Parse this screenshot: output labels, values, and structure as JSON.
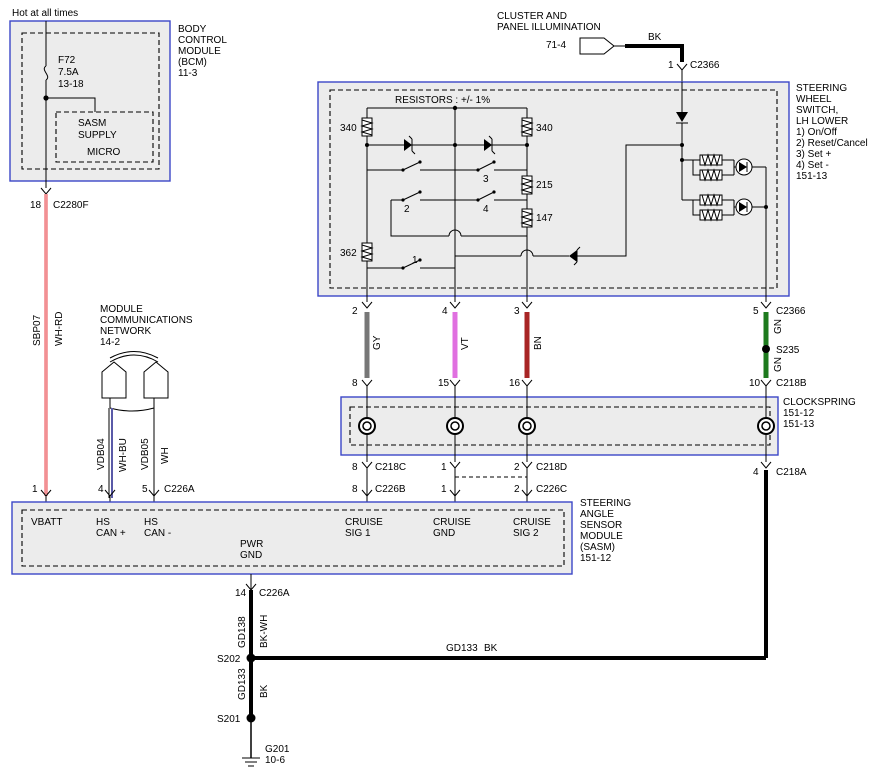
{
  "top": {
    "hot_text": "Hot at all times",
    "cluster_line1": "CLUSTER AND",
    "cluster_line2": "PANEL ILLUMINATION",
    "cluster_ref": "71-4",
    "cluster_wire": "BK",
    "c2366_top_pin": "1",
    "c2366_top_name": "C2366"
  },
  "bcm": {
    "line1": "BODY",
    "line2": "CONTROL",
    "line3": "MODULE",
    "line4": "(BCM)",
    "ref": "11-3",
    "fuse_name": "F72",
    "fuse_rating": "7.5A",
    "fuse_ref": "13-18",
    "sasm_supply_1": "SASM",
    "sasm_supply_2": "SUPPLY",
    "micro": "MICRO",
    "pin": "18",
    "connector": "C2280F",
    "wire_circuit": "SBP07",
    "wire_color": "WH-RD"
  },
  "switch": {
    "title1": "STEERING",
    "title2": "WHEEL",
    "title3": "SWITCH,",
    "title4": "LH LOWER",
    "item1": "1) On/Off",
    "item2": "2) Reset/Cancel",
    "item3": "3) Set +",
    "item4": "4) Set -",
    "ref": "151-13",
    "resistors_label": "RESISTORS : +/- 1%",
    "r340_left": "340",
    "r340_right": "340",
    "r215": "215",
    "r147": "147",
    "r362": "362",
    "sw1": "1",
    "sw2": "2",
    "sw3": "3",
    "sw4": "4"
  },
  "c2366_bottom": {
    "pin_gy": "2",
    "pin_vt": "4",
    "pin_bn": "3",
    "pin_gn": "5",
    "name": "C2366"
  },
  "wires_mid": {
    "gy": "GY",
    "vt": "VT",
    "bn": "BN",
    "gn": "GN",
    "gn2": "GN",
    "splice_s235": "S235"
  },
  "c218b": {
    "pin_gy": "8",
    "pin_vt": "15",
    "pin_bn": "16",
    "pin_gn": "10",
    "name": "C218B"
  },
  "clockspring": {
    "title": "CLOCKSPRING",
    "ref1": "151-12",
    "ref2": "151-13"
  },
  "c218_lower": {
    "c218c_pin": "8",
    "c218c_name": "C218C",
    "c218d_pin_left": "1",
    "c218d_pin_right": "2",
    "c218d_name": "C218D",
    "c218a_pin": "4",
    "c218a_name": "C218A"
  },
  "mcn": {
    "line1": "MODULE",
    "line2": "COMMUNICATIONS",
    "line3": "NETWORK",
    "ref": "14-2",
    "vdb04": "VDB04",
    "wh_bu": "WH-BU",
    "vdb05": "VDB05",
    "wh": "WH"
  },
  "c226": {
    "pin_vbatt": "1",
    "pin_canp": "4",
    "pin_canm": "5",
    "c226a_name": "C226A",
    "pin_sig1": "8",
    "c226b_name": "C226B",
    "pin_gnd": "1",
    "pin_sig2": "2",
    "c226c_name": "C226C"
  },
  "sasm": {
    "vbatt": "VBATT",
    "hs_can_p_1": "HS",
    "hs_can_p_2": "CAN +",
    "hs_can_m_1": "HS",
    "hs_can_m_2": "CAN -",
    "pwr_gnd_1": "PWR",
    "pwr_gnd_2": "GND",
    "cruise_sig1_1": "CRUISE",
    "cruise_sig1_2": "SIG 1",
    "cruise_gnd_1": "CRUISE",
    "cruise_gnd_2": "GND",
    "cruise_sig2_1": "CRUISE",
    "cruise_sig2_2": "SIG 2",
    "title1": "STEERING",
    "title2": "ANGLE",
    "title3": "SENSOR",
    "title4": "MODULE",
    "title5": "(SASM)",
    "ref": "151-12"
  },
  "ground": {
    "pin": "14",
    "connector": "C226A",
    "gd138": "GD138",
    "bk_wh": "BK-WH",
    "s202": "S202",
    "gd133_h": "GD133",
    "bk_h": "BK",
    "gd133_v": "GD133",
    "bk_v": "BK",
    "s201": "S201",
    "g201": "G201",
    "g201_ref": "10-6"
  },
  "colors": {
    "module_border": "#3b46c8",
    "wire_wh_rd": "#e8474c",
    "wire_gy": "#777777",
    "wire_vt": "#e070e0",
    "wire_bn": "#a82525",
    "wire_gn": "#1d7a1d",
    "wire_can": "#5a5aa8"
  }
}
